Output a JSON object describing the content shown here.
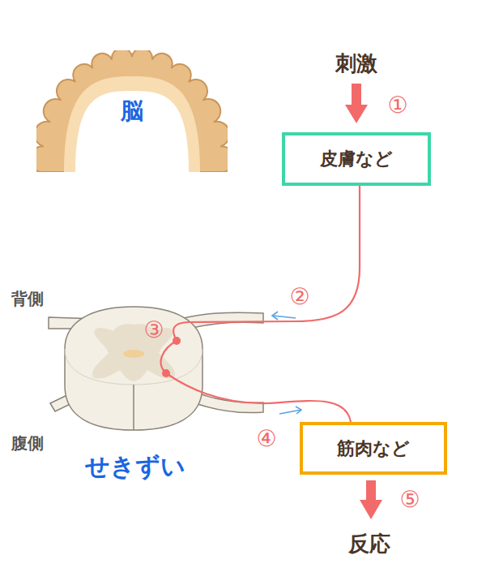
{
  "diagram": {
    "nodes": [
      {
        "text": [
          "脳"
        ]
      },
      {
        "text": [
          "皮膚など"
        ]
      },
      {
        "text": [
          "筋肉など"
        ]
      }
    ],
    "edges": [
      {
        "from": 1,
        "to": 2,
        "arrow": "none"
      }
    ],
    "labels": [
      "刺激",
      "①",
      "②",
      "③",
      "④",
      "⑤",
      "反応",
      "背側",
      "腹側",
      "せきずい"
    ]
  }
}
